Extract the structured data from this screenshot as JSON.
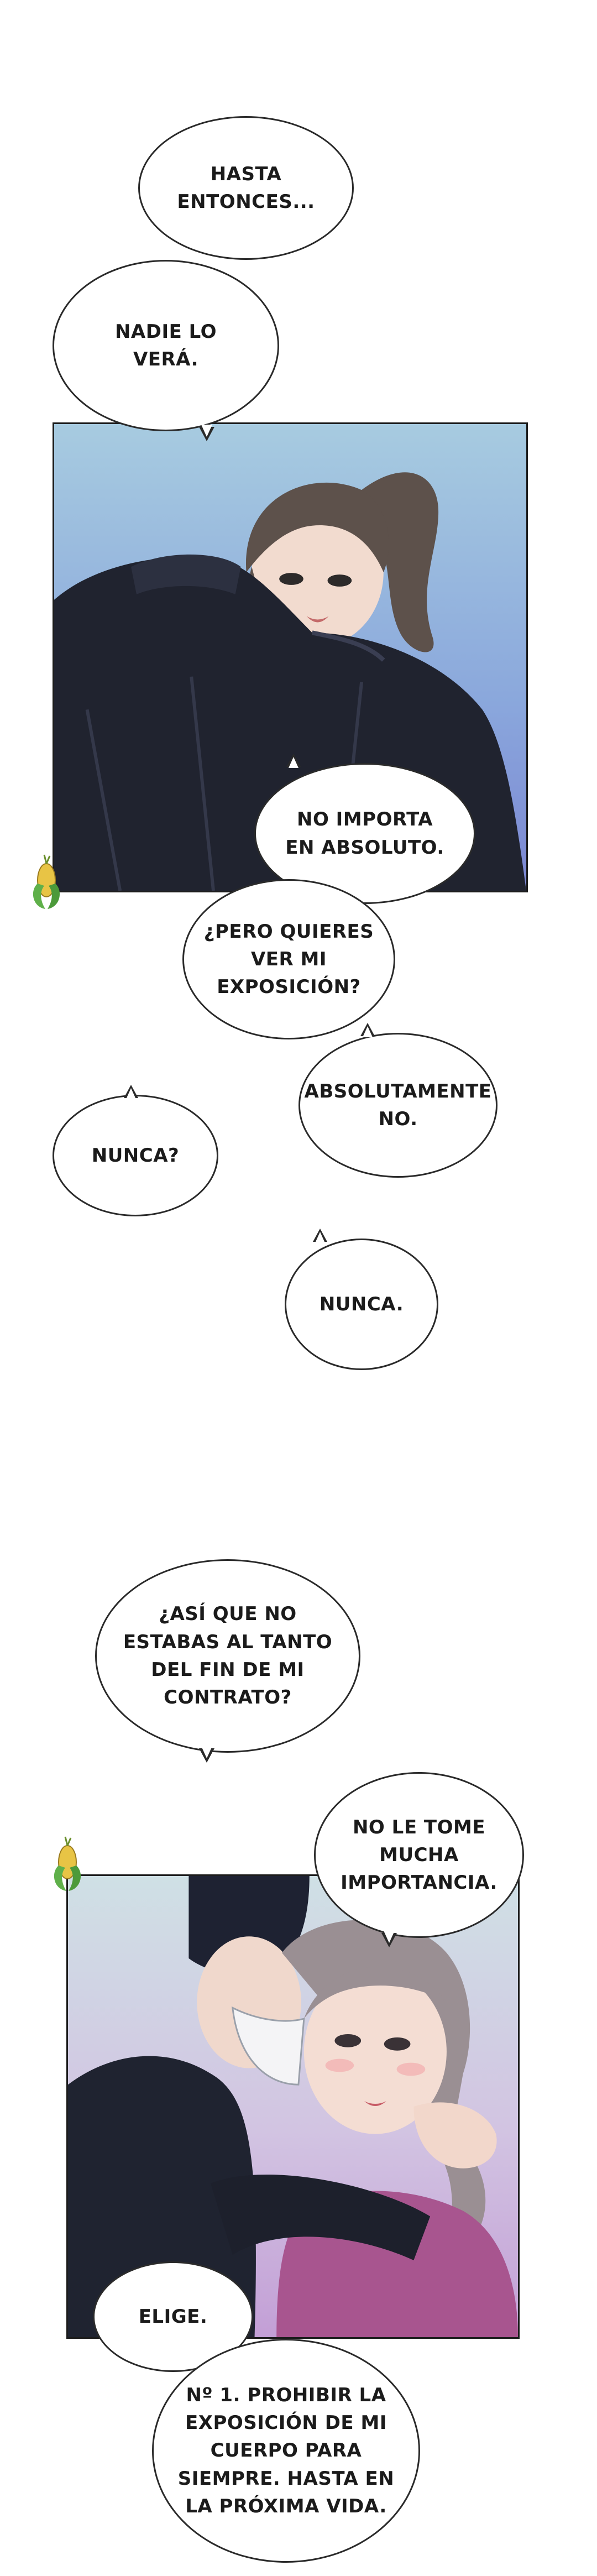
{
  "bubbles": {
    "b1": "HASTA\nENTONCES...",
    "b2": "NADIE LO\nVERÁ.",
    "b3": "NO IMPORTA\nEN ABSOLUTO.",
    "b4": "¿PERO QUIERES\nVER MI\nEXPOSICIÓN?",
    "b5": "ABSOLUTAMENTE\nNO.",
    "b6": "NUNCA?",
    "b7": "NUNCA.",
    "b8": "¿ASÍ QUE NO\nESTABAS AL TANTO\nDEL FIN DE MI\nCONTRATO?",
    "b9": "NO LE TOME\nMUCHA\nIMPORTANCIA.",
    "b10": "ELIGE.",
    "b11": "Nº 1. PROHIBIR LA\nEXPOSICIÓN DE MI\nCUERPO PARA\nSIEMPRE. HASTA EN\nLA PRÓXIMA VIDA."
  },
  "icons": {
    "watermark": "corn-mascot-icon"
  },
  "colors": {
    "panel1_sky_top": "#9fc3dc",
    "panel1_sky_bottom": "#7e8fd6",
    "panel2_sky_top": "#c8dbe3",
    "panel2_sky_bottom": "#c9a6d8",
    "jacket": "#1f2230",
    "hair": "#5a4e48",
    "skin": "#f3ddd2",
    "bubble_outline": "#2a2a2a",
    "text": "#1b1b1b"
  }
}
